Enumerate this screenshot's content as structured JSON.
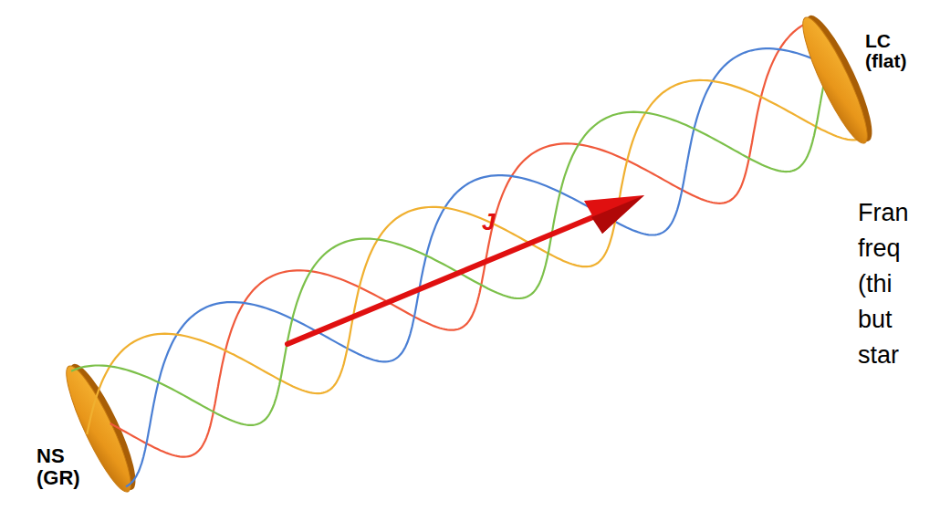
{
  "diagram": {
    "labels": [
      "NS (GR)",
      "LC (flat)",
      "J",
      "Fran freq (thi but star"
    ]
  }
}
